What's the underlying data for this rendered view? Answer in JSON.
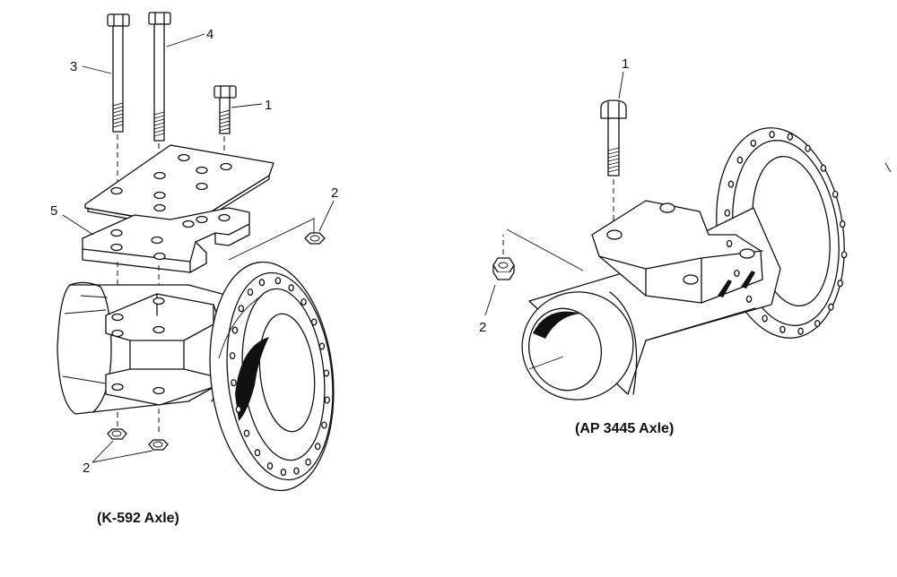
{
  "left_assembly": {
    "caption": "(K-592 Axle)",
    "callouts": {
      "bolt_long": "4",
      "bolt_medium": "3",
      "bolt_short": "1",
      "nut_right": "2",
      "nuts_bottom": "2",
      "plates": "5"
    }
  },
  "right_assembly": {
    "caption": "(AP 3445 Axle)",
    "callouts": {
      "bolt": "1",
      "nut": "2"
    }
  }
}
